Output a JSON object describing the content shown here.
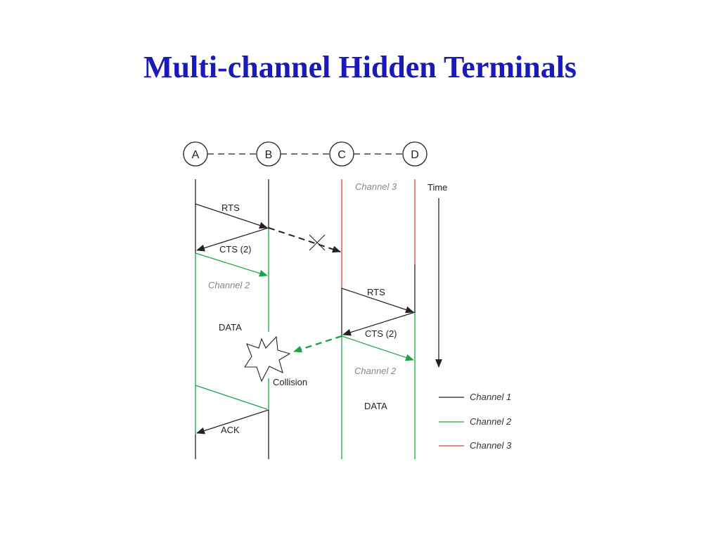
{
  "title": "Multi-channel Hidden Terminals",
  "colors": {
    "channel1": "#222222",
    "channel2": "#1aa34a",
    "channel3": "#e04040",
    "title": "#1a1ab8"
  },
  "nodes": {
    "a": "A",
    "b": "B",
    "c": "C",
    "d": "D"
  },
  "time_label": "Time",
  "messages": {
    "rts_ab": "RTS",
    "cts_ba": "CTS (2)",
    "rts_cd": "RTS",
    "cts_dc": "CTS (2)",
    "ack_ba": "ACK"
  },
  "channel_notes": {
    "ch3_cd": "Channel 3",
    "ch2_ab": "Channel 2",
    "ch2_cd": "Channel 2"
  },
  "data_ab": "DATA",
  "data_cd": "DATA",
  "collision": "Collision",
  "legend": {
    "ch1": "Channel 1",
    "ch2": "Channel 2",
    "ch3": "Channel 3"
  }
}
